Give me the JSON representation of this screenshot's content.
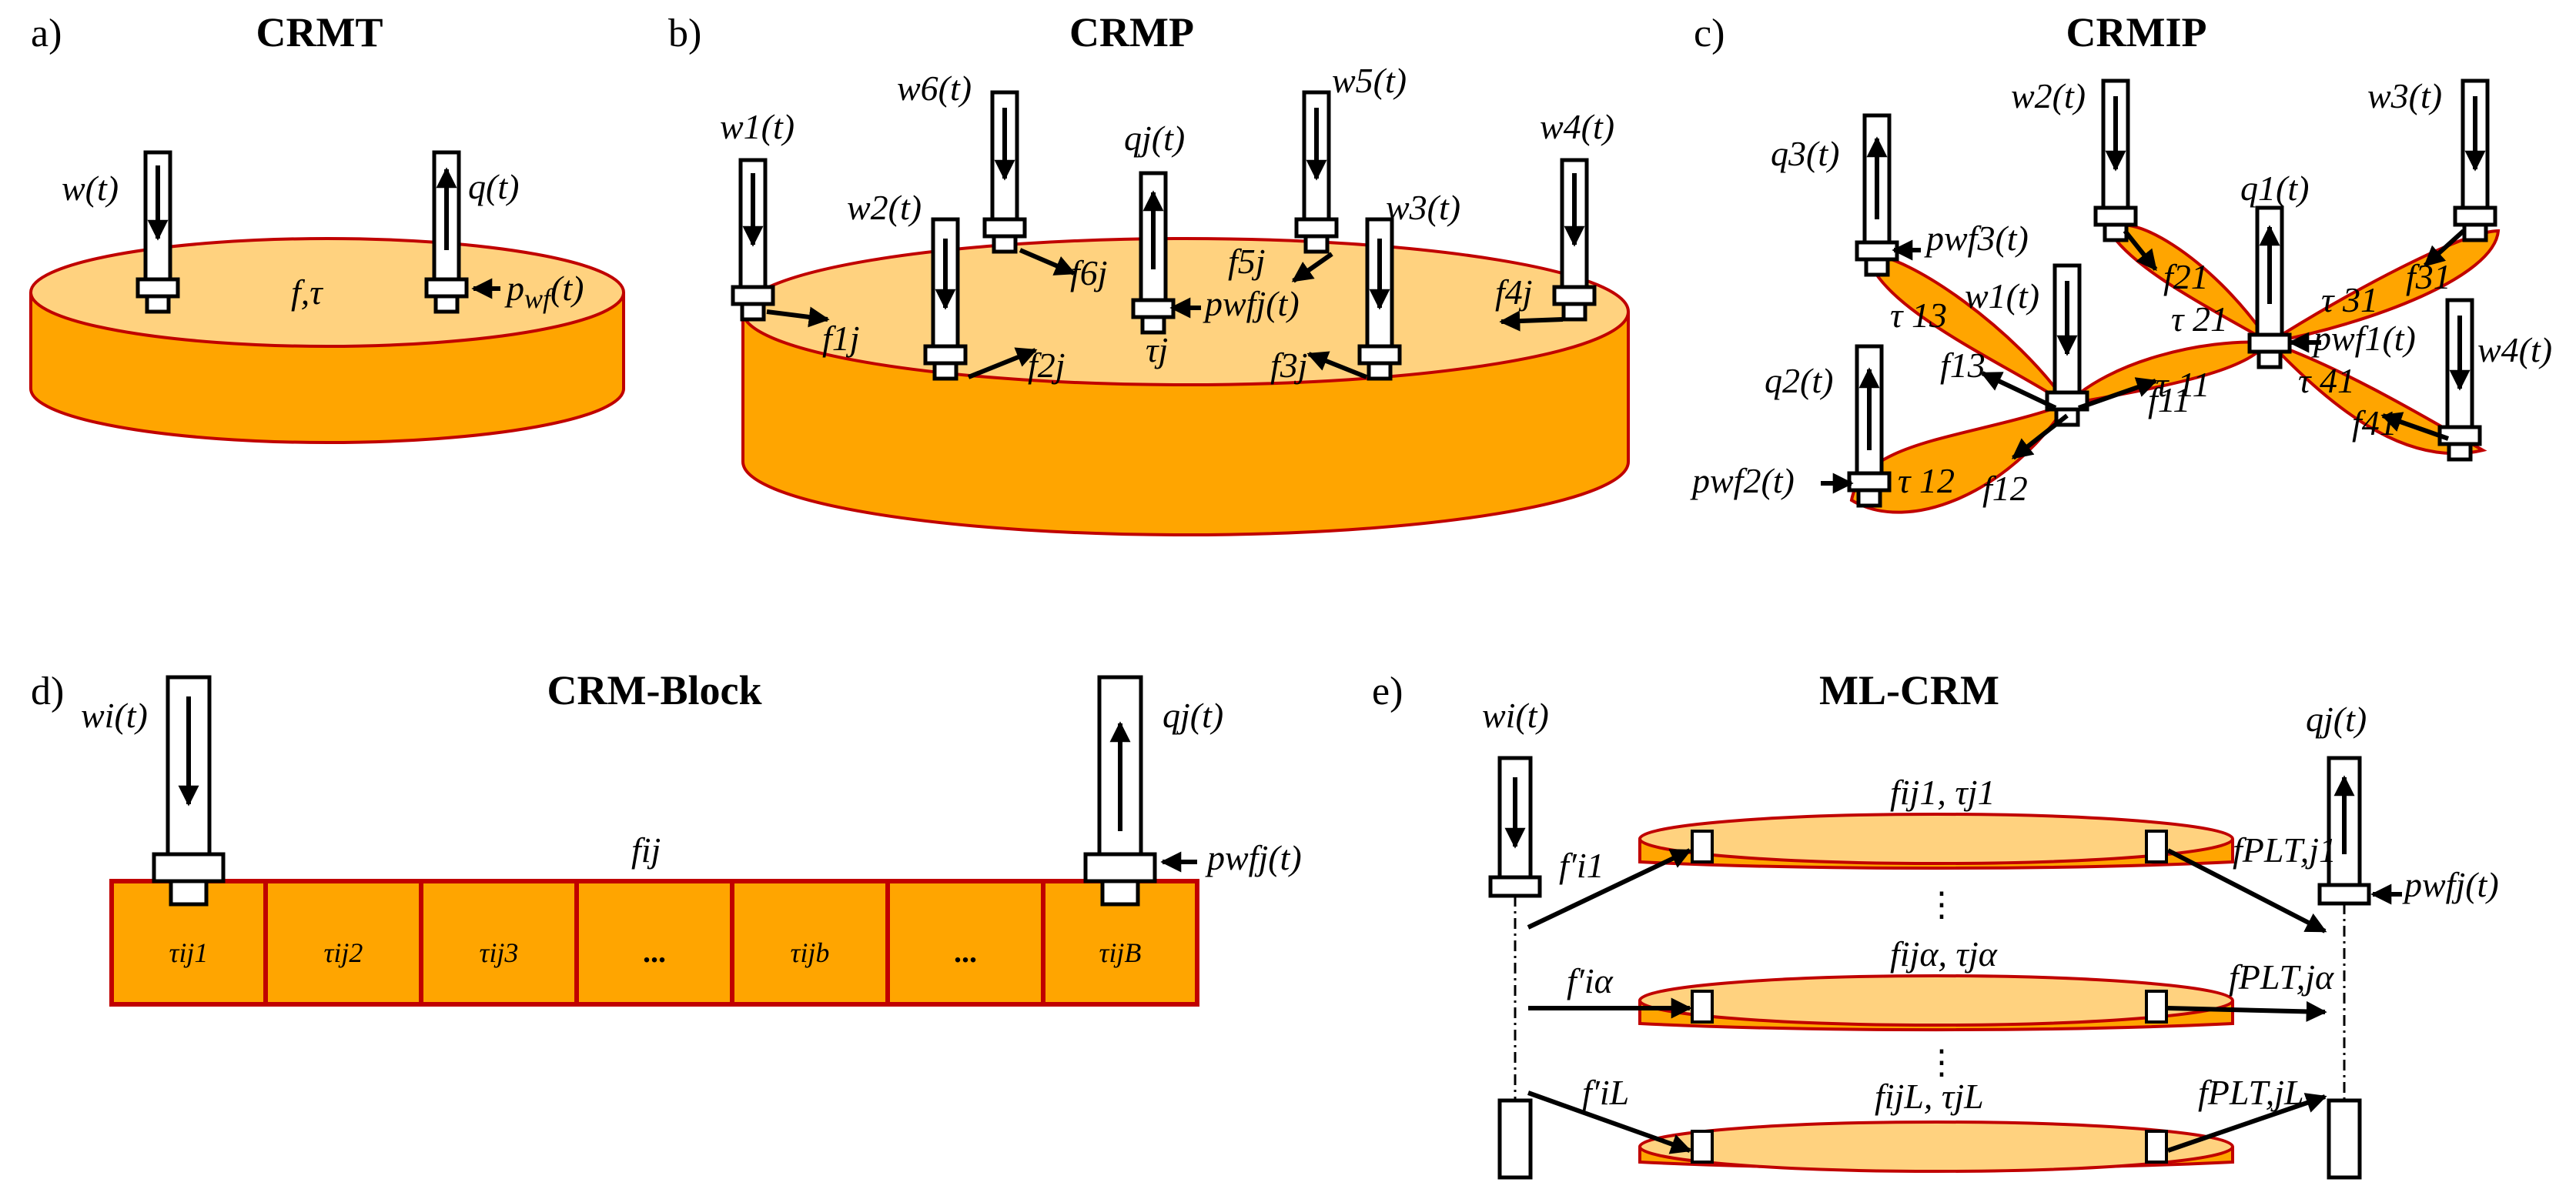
{
  "colors": {
    "reservoir_side": "#FFA500",
    "reservoir_top": "#FFD27F",
    "reservoir_edge": "#C00000"
  },
  "panels": {
    "a": {
      "letter": "a)",
      "title": "CRMT",
      "injector": "w(t)",
      "producer": "q(t)",
      "params": "f,τ",
      "pwf": "p",
      "pwf_sub": "wf",
      "pwf_arg": "(t)"
    },
    "b": {
      "letter": "b)",
      "title": "CRMP",
      "injectors": [
        "w1(t)",
        "w2(t)",
        "w3(t)",
        "w4(t)",
        "w5(t)",
        "w6(t)"
      ],
      "producer": "qj(t)",
      "pwf": "pwfj(t)",
      "fractions": [
        "f1j",
        "f2j",
        "f3j",
        "f4j",
        "f5j",
        "f6j"
      ],
      "tau": "τj"
    },
    "c": {
      "letter": "c)",
      "title": "CRMIP",
      "injectors": [
        "w1(t)",
        "w2(t)",
        "w3(t)",
        "w4(t)"
      ],
      "producers": [
        "q1(t)",
        "q2(t)",
        "q3(t)"
      ],
      "pwf": [
        "pwf1(t)",
        "pwf2(t)",
        "pwf3(t)"
      ],
      "fractions": [
        "f11",
        "f12",
        "f13",
        "f21",
        "f31",
        "f41"
      ],
      "taus": [
        "τ 11",
        "τ 12",
        "τ 13",
        "τ 21",
        "τ 31",
        "τ 41"
      ]
    },
    "d": {
      "letter": "d)",
      "title": "CRM-Block",
      "injector": "wi(t)",
      "producer": "qj(t)",
      "pwf": "pwfj(t)",
      "fraction": "fij",
      "cells": [
        "τij1",
        "τij2",
        "τij3",
        "...",
        "τijb",
        "...",
        "τijB"
      ]
    },
    "e": {
      "letter": "e)",
      "title": "ML-CRM",
      "injector": "wi(t)",
      "producer": "qj(t)",
      "pwf": "pwfj(t)",
      "layer_params": [
        "fij1, τj1",
        "fijα, τjα",
        "fijL, τjL"
      ],
      "inj_fractions": [
        "f′i1",
        "f′iα",
        "f′iL"
      ],
      "plt_fractions": [
        "fPLT,j1",
        "fPLT,jα",
        "fPLT,jL"
      ],
      "ellipsis": "⋮"
    }
  }
}
